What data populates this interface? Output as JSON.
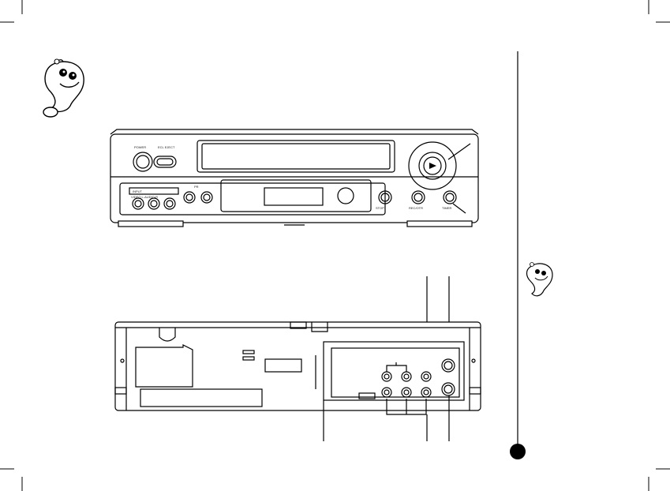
{
  "vcr_front": {
    "power_label": "POWER",
    "ecl_label": "ECL\nEJECT",
    "input_box_label": "INPUT",
    "input_jacks_label": "VIDEO  L-AUDIO-R",
    "pr_label": "PR",
    "stop_label": "STOP",
    "rec_label": "REC/OTR",
    "timer_label": "TIMER"
  },
  "icons": [
    "mascot-icon",
    "mascot-small-icon",
    "play-icon"
  ],
  "colors": {
    "ink": "#000000",
    "paper": "#ffffff",
    "bullet": "#000000"
  }
}
